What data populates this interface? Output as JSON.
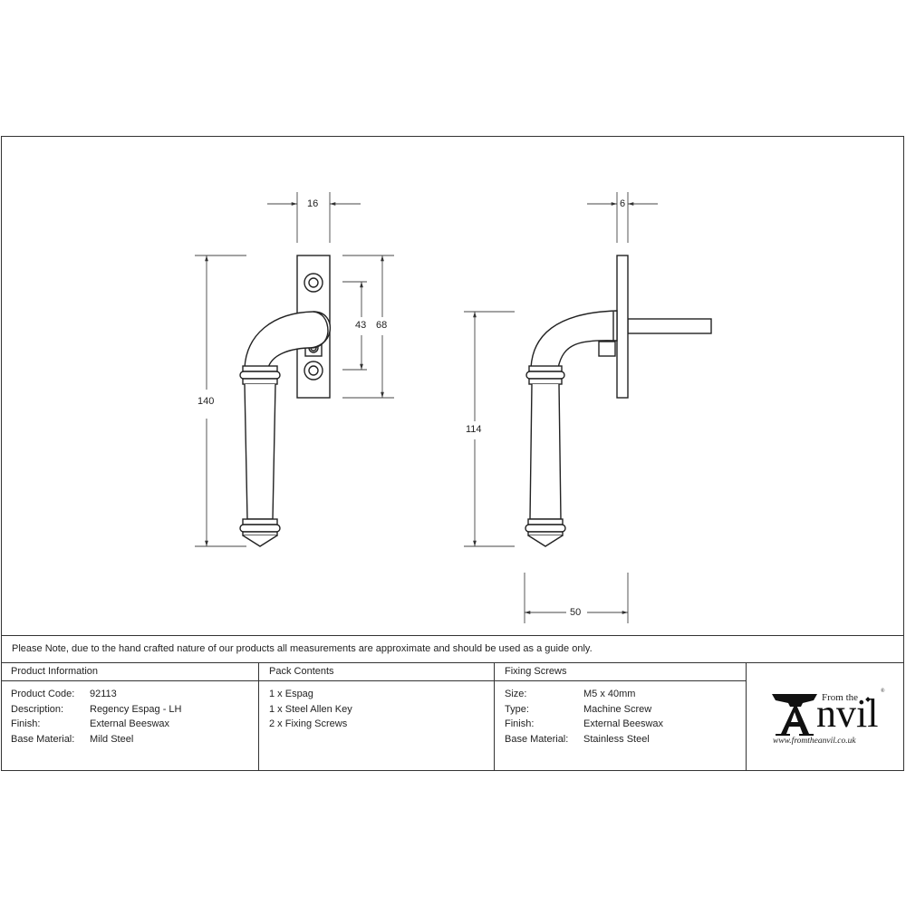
{
  "drawing": {
    "front_view": {
      "dimensions": {
        "width_top": "16",
        "overall_height": "140",
        "hole_spacing": "43",
        "plate_height": "68"
      }
    },
    "side_view": {
      "dimensions": {
        "plate_thickness": "6",
        "handle_height": "114",
        "projection": "50"
      }
    }
  },
  "note": "Please Note, due to the hand crafted nature of our products all measurements are approximate and should be used as a guide only.",
  "product_information": {
    "heading": "Product Information",
    "rows": [
      {
        "label": "Product Code:",
        "value": "92113"
      },
      {
        "label": "Description:",
        "value": "Regency Espag - LH"
      },
      {
        "label": "Finish:",
        "value": "External Beeswax"
      },
      {
        "label": "Base Material:",
        "value": "Mild Steel"
      }
    ]
  },
  "pack_contents": {
    "heading": "Pack Contents",
    "items": [
      "1 x Espag",
      "1 x Steel Allen Key",
      "2 x Fixing Screws"
    ]
  },
  "fixing_screws": {
    "heading": "Fixing Screws",
    "rows": [
      {
        "label": "Size:",
        "value": "M5 x 40mm"
      },
      {
        "label": "Type:",
        "value": "Machine Screw"
      },
      {
        "label": "Finish:",
        "value": "External Beeswax"
      },
      {
        "label": "Base Material:",
        "value": "Stainless Steel"
      }
    ]
  },
  "logo": {
    "from_the": "From the",
    "word_initial": "A",
    "word_rest": "nvil",
    "registered": "®",
    "url": "www.fromtheanvil.co.uk"
  }
}
